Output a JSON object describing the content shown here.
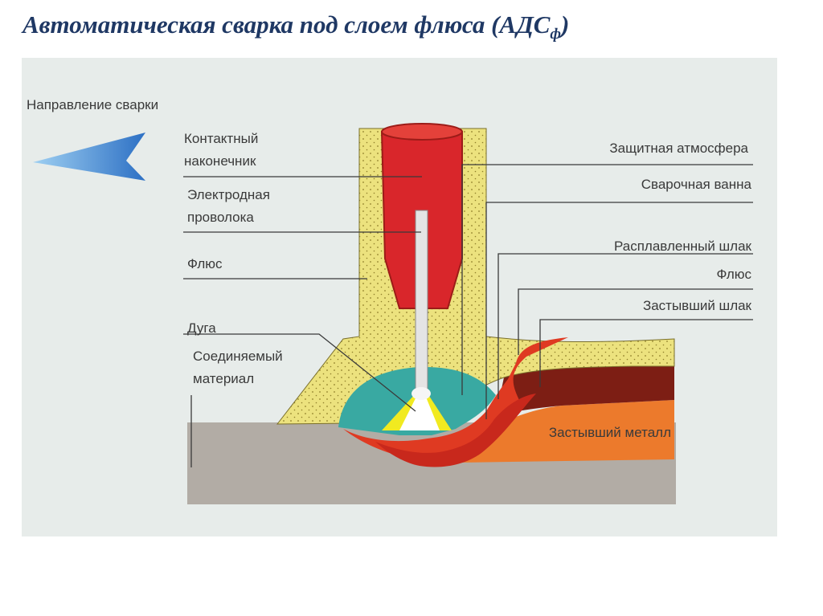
{
  "title": {
    "main": "Автоматическая сварка под слоем флюса (АДС",
    "sub": "ф",
    "close": ")"
  },
  "labels": {
    "direction": "Направление сварки",
    "contact_tip_line1": "Контактный",
    "contact_tip_line2": "наконечник",
    "electrode_line1": "Электродная",
    "electrode_line2": "проволока",
    "flux_left": "Флюс",
    "arc": "Дуга",
    "base_line1": "Соединяемый",
    "base_line2": "материал",
    "shield": "Защитная атмосфера",
    "pool": "Сварочная ванна",
    "molten_slag": "Расплавленный шлак",
    "flux_right": "Флюс",
    "solid_slag": "Застывший шлак",
    "solid_metal": "Застывший металл"
  },
  "colors": {
    "background": "#e7ecea",
    "flux": "#ece27e",
    "contact_tip": "#d9262b",
    "electrode": "#e4e4e4",
    "arc": "#f1ea20",
    "shield": "#39a9a2",
    "molten_slag": "#df3a22",
    "solid_slag": "#7d1e14",
    "solid_metal": "#ec7a2c",
    "base_metal": "#b2aca5",
    "arrow": "#4a88cc",
    "title": "#1f3864"
  }
}
